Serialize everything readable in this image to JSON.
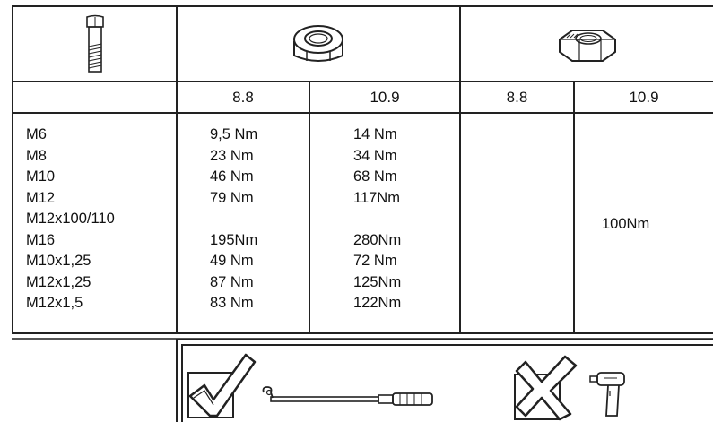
{
  "grades": [
    "8.8",
    "10.9",
    "8.8",
    "10.9"
  ],
  "sizes": [
    "M6",
    "M8",
    "M10",
    "M12",
    "M12x100/110",
    "M16",
    "M10x1,25",
    "M12x1,25",
    "M12x1,5"
  ],
  "values_88": [
    "9,5 Nm",
    "23  Nm",
    "46  Nm",
    "79  Nm",
    "",
    "195Nm",
    "49 Nm",
    "87 Nm",
    "83 Nm"
  ],
  "values_109": [
    "14 Nm",
    "34 Nm",
    "68 Nm",
    "117Nm",
    "",
    "280Nm",
    "72 Nm",
    "125Nm",
    "122Nm"
  ],
  "flange_value": "100Nm",
  "icons": {
    "bolt": "bolt-icon",
    "nut": "hex-nut-icon",
    "flange_nut": "flange-nut-icon",
    "approved": "checkmark-icon",
    "torque_wrench": "torque-wrench-icon",
    "rejected": "cross-icon",
    "impact_wrench": "impact-wrench-icon"
  }
}
